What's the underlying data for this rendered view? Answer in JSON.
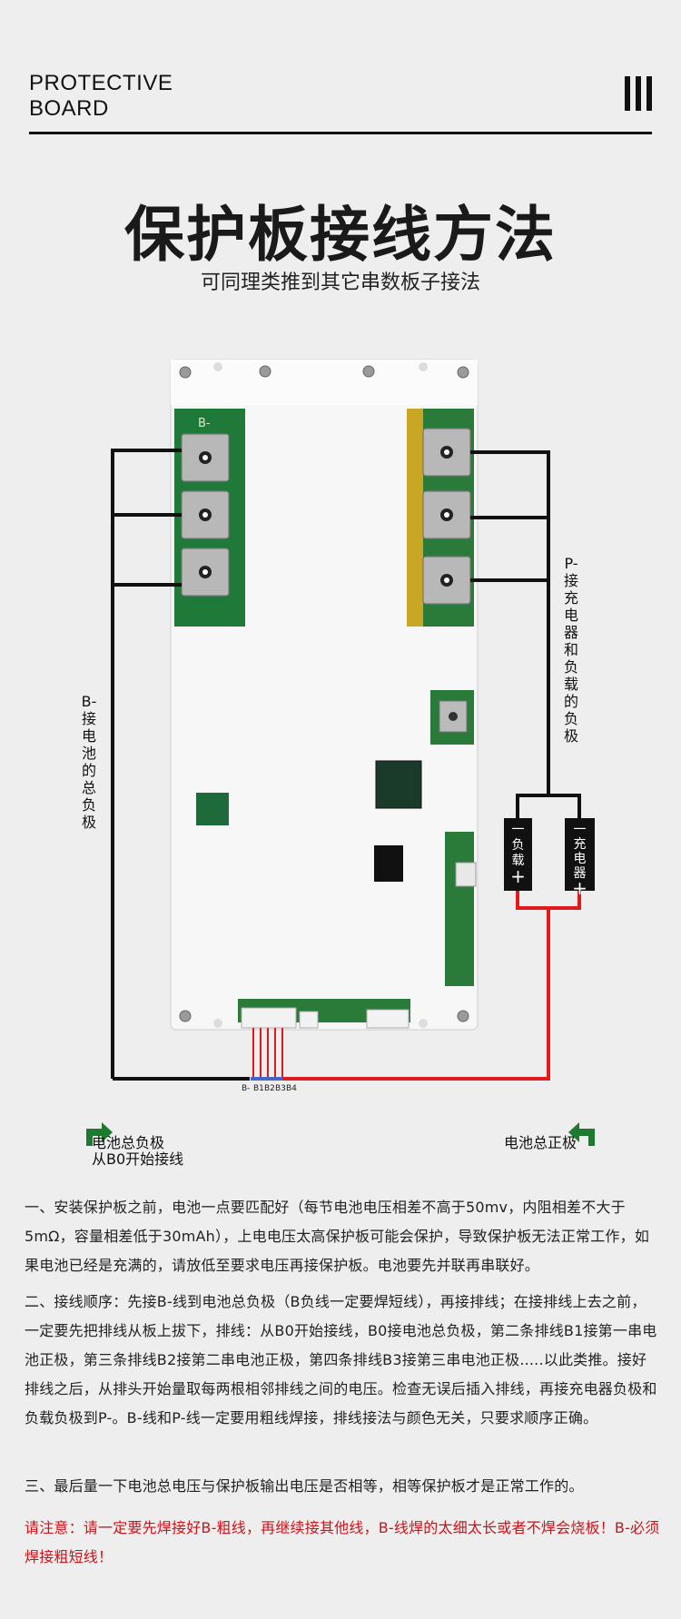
{
  "header": {
    "line1": "PROTECTIVE",
    "line2": "BOARD"
  },
  "title": "保护板接线方法",
  "subtitle": "可同理类推到其它串数板子接法",
  "board": {
    "silkscreen_b": "B-"
  },
  "labels": {
    "b_minus_vertical": "B-接电池的总负极",
    "p_minus_vertical": "P-接充电器和负载的负极",
    "load_box": "负载",
    "charger_box": "充电器",
    "minus_sign": "一",
    "plus_sign": "+",
    "pins": [
      "B-",
      "B1",
      "B2",
      "B3",
      "B4"
    ]
  },
  "terminals": {
    "negative_line1": "电池总负极",
    "negative_line2": "从B0开始接线",
    "positive": "电池总正极"
  },
  "paragraphs": {
    "p1": "一、安装保护板之前，电池一点要匹配好（每节电池电压相差不高于50mv，内阻相差不大于5mΩ，容量相差低于30mAh），上电电压太高保护板可能会保护，导致保护板无法正常工作，如果电池已经是充满的，请放低至要求电压再接保护板。电池要先并联再串联好。",
    "p2": "二、接线顺序：先接B-线到电池总负极（B负线一定要焊短线），再接排线；在接排线上去之前，一定要先把排线从板上拔下，排线：从B0开始接线，B0接电池总负极，第二条排线B1接第一串电池正极，第三条排线B2接第二串电池正极，第四条排线B3接第三串电池正极.....以此类推。接好排线之后，从排头开始量取每两根相邻排线之间的电压。检查无误后插入排线，再接充电器负极和负载负极到P-。B-线和P-线一定要用粗线焊接，排线接法与颜色无关，只要求顺序正确。",
    "p3": "三、最后量一下电池总电压与保护板输出电压是否相等，相等保护板才是正常工作的。",
    "note": "请注意：请一定要先焊接好B-粗线，再继续接其他线，B-线焊的太细太长或者不焊会烧板！B-必须焊接粗短线！"
  },
  "colors": {
    "wire_black": "#111111",
    "wire_red": "#e0191b",
    "pcb_green": "#1f7a3a",
    "note_red": "#c8141b",
    "arrow_green": "#1e7a2e"
  }
}
